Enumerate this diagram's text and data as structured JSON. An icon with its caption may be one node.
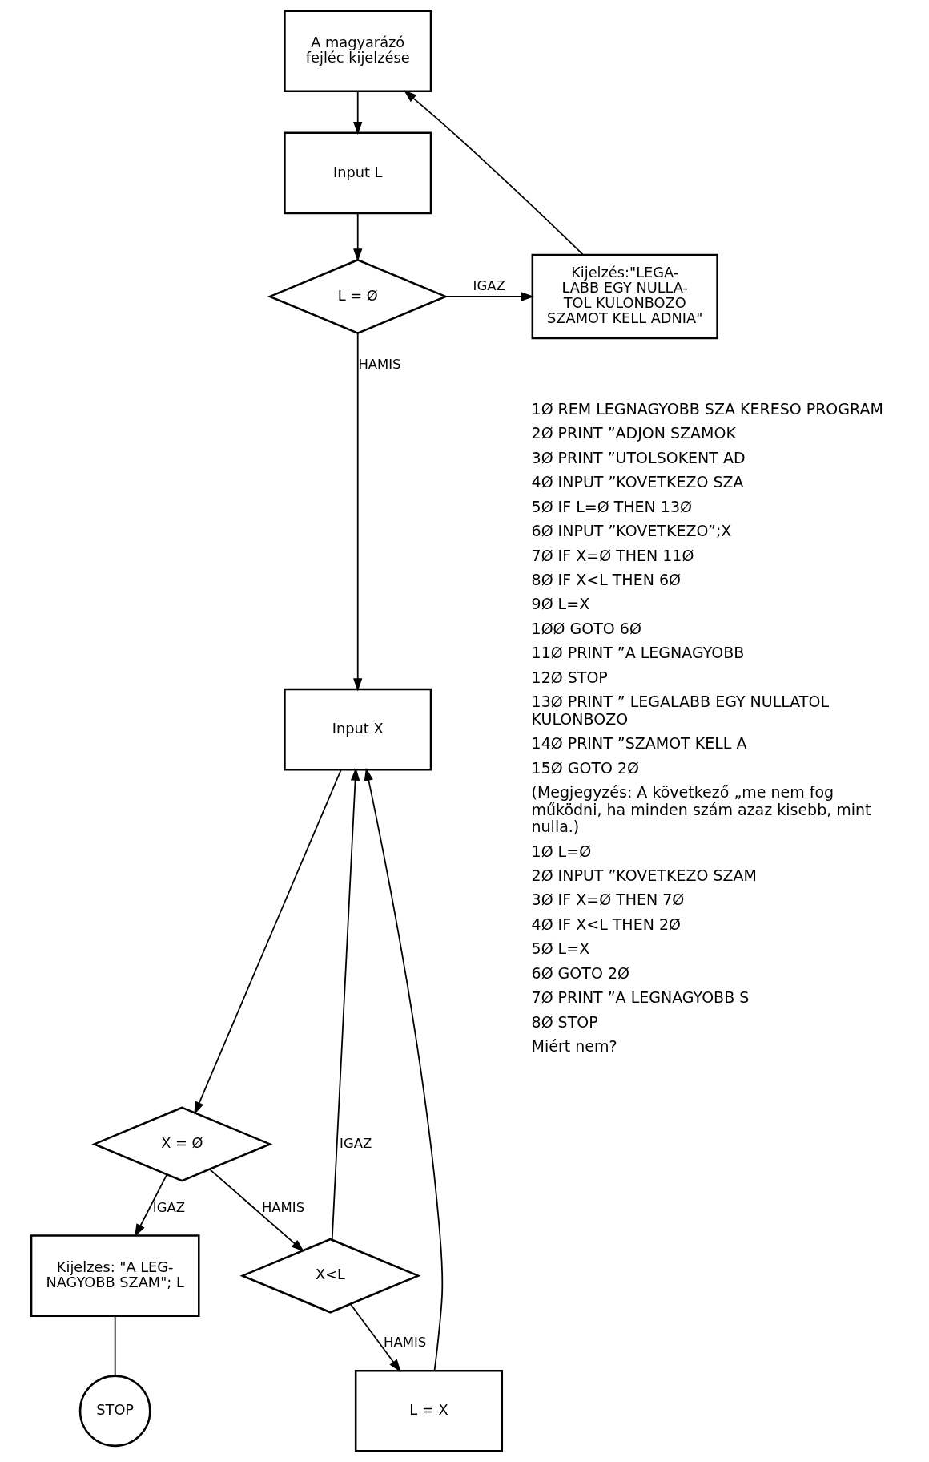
{
  "diagram": {
    "nodes": [
      {
        "text": [
          "A magyarázó fejléc kijelzése"
        ]
      },
      {
        "text": [
          "Input L"
        ]
      },
      {
        "text": [
          "L = Ø"
        ]
      },
      {
        "text": [
          "Kijelzés:\"LEGA- LABB EGY NULLA- TOL KULONBOZO SZAMOT KELL ADNIA\""
        ]
      },
      {
        "text": [
          "Input X"
        ]
      },
      {
        "text": [
          "X = Ø"
        ]
      },
      {
        "text": [
          "X<L"
        ]
      },
      {
        "text": [
          "L = X"
        ]
      },
      {
        "text": [
          "Kijelzes: \"A LEG- NAGYOBB SZAM\"; L"
        ]
      },
      {
        "text": [
          "STOP"
        ]
      }
    ],
    "edges": [
      {
        "from": 0,
        "to": 1,
        "arrow": "to"
      },
      {
        "from": 1,
        "to": 2,
        "arrow": "to"
      },
      {
        "from": 2,
        "to": 3,
        "arrow": "to",
        "label": "IGAZ"
      },
      {
        "from": 3,
        "to": 0,
        "arrow": "to"
      },
      {
        "from": 2,
        "to": 4,
        "arrow": "to",
        "label": "HAMIS"
      },
      {
        "from": 4,
        "to": 5,
        "arrow": "to"
      },
      {
        "from": 5,
        "to": 8,
        "arrow": "to",
        "label": "IGAZ"
      },
      {
        "from": 5,
        "to": 6,
        "arrow": "to",
        "label": "HAMIS"
      },
      {
        "from": 6,
        "to": 4,
        "arrow": "to",
        "label": "IGAZ"
      },
      {
        "from": 6,
        "to": 7,
        "arrow": "to",
        "label": "HAMIS"
      },
      {
        "from": 7,
        "to": 4,
        "arrow": "to"
      },
      {
        "from": 8,
        "to": 9,
        "arrow": "none"
      }
    ],
    "labels": [
      "1Ø REM LEGNAGYOBB SZA KERESO PROGRAM",
      "2Ø PRINT ”ADJON SZAMOK",
      "3Ø PRINT ”UTOLSOKENT AD",
      "4Ø INPUT ”KOVETKEZO SZA",
      "5Ø IF L=Ø THEN 13Ø",
      "6Ø INPUT ”KOVETKEZO”;X",
      "7Ø IF X=Ø THEN 11Ø",
      "8Ø IF X<L THEN 6Ø",
      "9Ø L=X",
      "1ØØ GOTO 6Ø",
      "11Ø PRINT ”A LEGNAGYOBB",
      "12Ø STOP",
      "13Ø PRINT ” LEGALABB EGY NULLATOL KULONBOZO",
      "14Ø PRINT ”SZAMOT KELL A",
      "15Ø GOTO 2Ø",
      "(Megjegyzés: A következő „me nem fog működni, ha minden szám azaz kisebb, mint nulla.)",
      "1Ø L=Ø",
      "2Ø INPUT ”KOVETKEZO SZAM",
      "3Ø IF X=Ø THEN 7Ø",
      "4Ø IF X<L THEN 2Ø",
      "5Ø L=X",
      "6Ø GOTO 2Ø",
      "7Ø PRINT ”A LEGNAGYOBB S",
      "8Ø STOP",
      "Miért nem?"
    ]
  }
}
